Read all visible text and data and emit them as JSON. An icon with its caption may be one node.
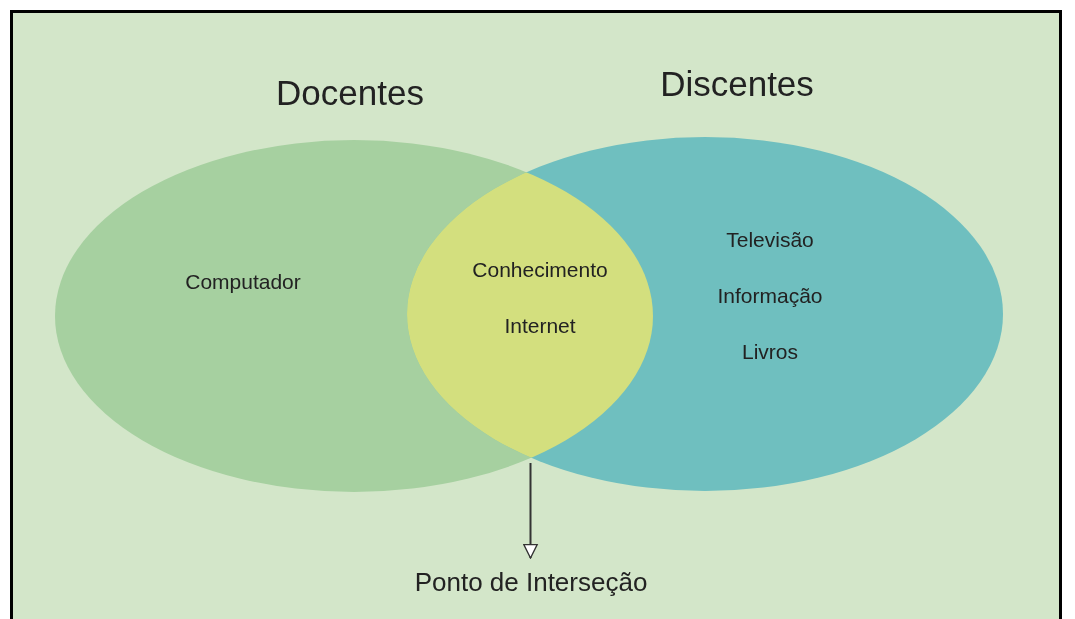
{
  "diagram": {
    "nodes": [
      {
        "text": [
          "Docentes",
          "Computador"
        ]
      },
      {
        "text": [
          "Discentes",
          "Televisão",
          "Informação",
          "Livros"
        ]
      },
      {
        "text": [
          "Conhecimento",
          "Internet"
        ]
      },
      {
        "text": [
          "Ponto de Interseção"
        ]
      }
    ],
    "edges": [
      {
        "from": 2,
        "to": 3,
        "arrow": "to"
      }
    ]
  }
}
